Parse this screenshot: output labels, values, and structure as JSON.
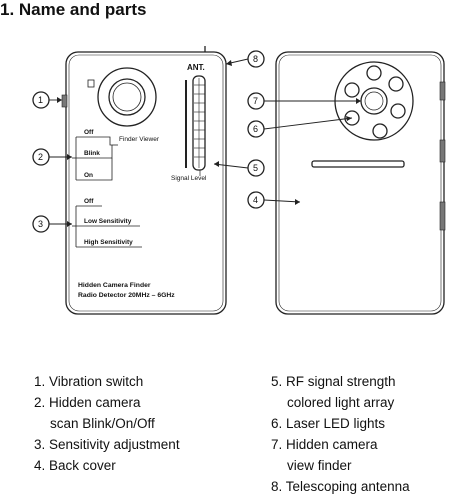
{
  "heading": "1. Name and parts",
  "device_front": {
    "ant_label": "ANT.",
    "finder_viewer_label": "Finder Viewer",
    "signal_level_label": "Signal Level",
    "scan_options": [
      "Off",
      "Blink",
      "On"
    ],
    "sensitivity_options": [
      "Off",
      "Low Sensitivity",
      "High Sensitivity"
    ],
    "product_line1": "Hidden Camera Finder",
    "product_line2": "Radio Detector 20MHz – 6GHz"
  },
  "callouts": [
    "1",
    "2",
    "3",
    "4",
    "5",
    "6",
    "7",
    "8"
  ],
  "legend_left": [
    "1. Vibration switch",
    "2. Hidden camera",
    "    scan Blink/On/Off",
    "3. Sensitivity adjustment",
    "4. Back cover"
  ],
  "legend_right": [
    "5. RF signal strength",
    "    colored light array",
    "6. Laser LED lights",
    "7. Hidden camera",
    "    view finder",
    "8. Telescoping antenna"
  ]
}
